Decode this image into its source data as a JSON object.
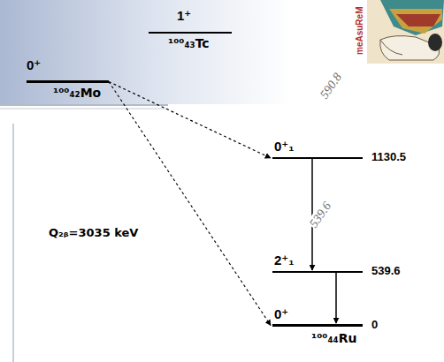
{
  "diagram": {
    "nodes": [
      {
        "text": [
          "0⁺",
          "¹⁰⁰₄₂Mo"
        ]
      },
      {
        "text": [
          "1⁺",
          "¹⁰⁰₄₃Tc"
        ]
      },
      {
        "text": [
          "0⁺₁",
          "1130.5"
        ]
      },
      {
        "text": [
          "2⁺₁",
          "539.6"
        ]
      },
      {
        "text": [
          "0⁺",
          "0",
          "¹⁰⁰₄₄Ru"
        ]
      }
    ],
    "edges": [
      {
        "from": 0,
        "to": 2,
        "arrow": "to"
      },
      {
        "from": 0,
        "to": 4,
        "arrow": "to"
      },
      {
        "from": 2,
        "to": 3,
        "arrow": "to"
      },
      {
        "from": 3,
        "to": 4,
        "arrow": "to"
      }
    ],
    "labels": [
      "Q₂ᵦ=3035 keV",
      "590.8",
      "539.6",
      "meAsuReM"
    ]
  }
}
